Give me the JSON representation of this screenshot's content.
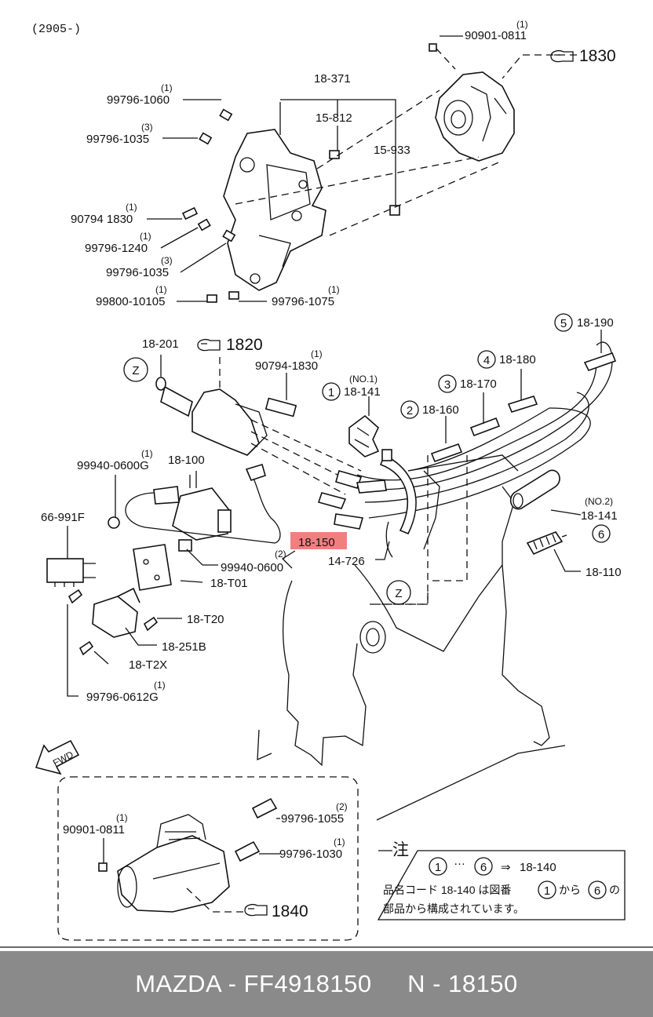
{
  "header": {
    "code": "(2905-)"
  },
  "ref_arrows": [
    "1830",
    "1820",
    "1840"
  ],
  "fwd": "FWD",
  "part_labels": {
    "p90901_0811_top": {
      "qty": "(1)",
      "num": "90901-0811"
    },
    "p18_371": "18-371",
    "p15_812": "15-812",
    "p15_933": "15-933",
    "p99796_1060": {
      "qty": "(1)",
      "num": "99796-1060"
    },
    "p99796_1035a": {
      "qty": "(3)",
      "num": "99796-1035"
    },
    "p90794_1830a": {
      "qty": "(1)",
      "num": "90794 1830"
    },
    "p99796_1240": {
      "qty": "(1)",
      "num": "99796-1240"
    },
    "p99796_1035b": {
      "qty": "(3)",
      "num": "99796-1035"
    },
    "p99800_10105": {
      "qty": "(1)",
      "num": "99800-10105"
    },
    "p99796_1075": {
      "qty": "(1)",
      "num": "99796-1075"
    },
    "p18_201": "18-201",
    "p90794_1830b": {
      "qty": "(1)",
      "num": "90794-1830"
    },
    "p18_141_no1": {
      "note": "(NO.1)",
      "num": "18-141"
    },
    "p18_160": "18-160",
    "p18_170": "18-170",
    "p18_180": "18-180",
    "p18_190": "18-190",
    "p99940_0600g": {
      "qty": "(1)",
      "num": "99940-0600G"
    },
    "p18_100": "18-100",
    "p66_991f": "66-991F",
    "p18_150": "18-150",
    "p14_726": "14-726",
    "p99940_0600": {
      "qty": "(2)",
      "num": "99940-0600"
    },
    "p18_t01": "18-T01",
    "p18_t20": "18-T20",
    "p18_251b": "18-251B",
    "p18_t2x": "18-T2X",
    "p99796_0612g": {
      "qty": "(1)",
      "num": "99796-0612G"
    },
    "p18_141_no2": {
      "note": "(NO.2)",
      "num": "18-141"
    },
    "p18_110": "18-110",
    "p90901_0811_bottom": {
      "qty": "(1)",
      "num": "90901-0811"
    },
    "p99796_1055": {
      "qty": "(2)",
      "num": "99796-1055"
    },
    "p99796_1030": {
      "qty": "(1)",
      "num": "99796-1030"
    }
  },
  "circled": {
    "one": "1",
    "two": "2",
    "three": "3",
    "four": "4",
    "five": "5",
    "six": "6",
    "z": "Z"
  },
  "note_box": {
    "title": "注",
    "range_from": "1",
    "dots": "…",
    "range_to": "6",
    "arrow": "⇒",
    "target": "18-140",
    "line2_a": "品名コード 18-140 は図番",
    "line2_from": "1",
    "line2_b": "から",
    "line2_to": "6",
    "line2_c": "の",
    "line3": "部品から構成されています。"
  },
  "highlight_color": "#f08080",
  "footer": {
    "text": "MAZDA - FF4918150     N - 18150"
  }
}
